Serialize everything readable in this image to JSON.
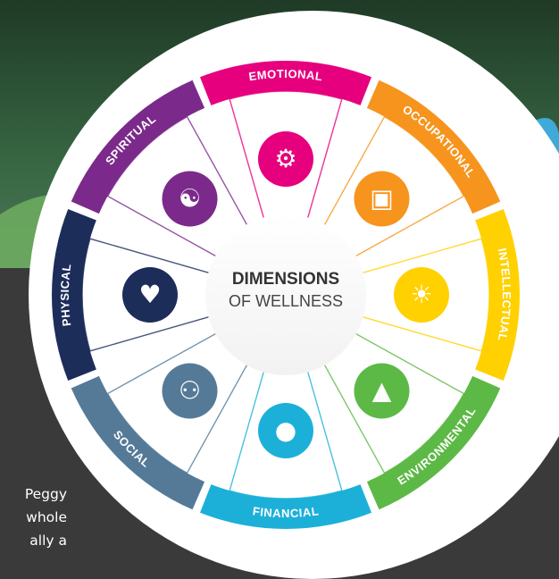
{
  "background": {
    "water_color": "#274a2c",
    "panel_color": "#3a3a3a",
    "accent_blue": "#3fa9d8",
    "accent_green": "#6fae5f"
  },
  "wheel": {
    "center_title": "DIMENSIONS",
    "center_subtitle": "OF WELLNESS",
    "segments": [
      {
        "label": "EMOTIONAL",
        "color": "#e6007e",
        "icon": "head-gears-icon"
      },
      {
        "label": "OCCUPATIONAL",
        "color": "#f7941d",
        "icon": "briefcase-icon"
      },
      {
        "label": "INTELLECTUAL",
        "color": "#ffd100",
        "icon": "lightbulb-icon"
      },
      {
        "label": "ENVIRONMENTAL",
        "color": "#5cb946",
        "icon": "pine-tree-icon"
      },
      {
        "label": "FINANCIAL",
        "color": "#1cb0d9",
        "icon": "piggy-bank-icon"
      },
      {
        "label": "SOCIAL",
        "color": "#557a97",
        "icon": "people-group-icon"
      },
      {
        "label": "PHYSICAL",
        "color": "#1c2d5a",
        "icon": "heart-pulse-icon"
      },
      {
        "label": "SPIRITUAL",
        "color": "#7b2a8b",
        "icon": "meditation-icon"
      }
    ]
  },
  "caption_lines": [
    "Peggy",
    "whole",
    "ally a"
  ]
}
